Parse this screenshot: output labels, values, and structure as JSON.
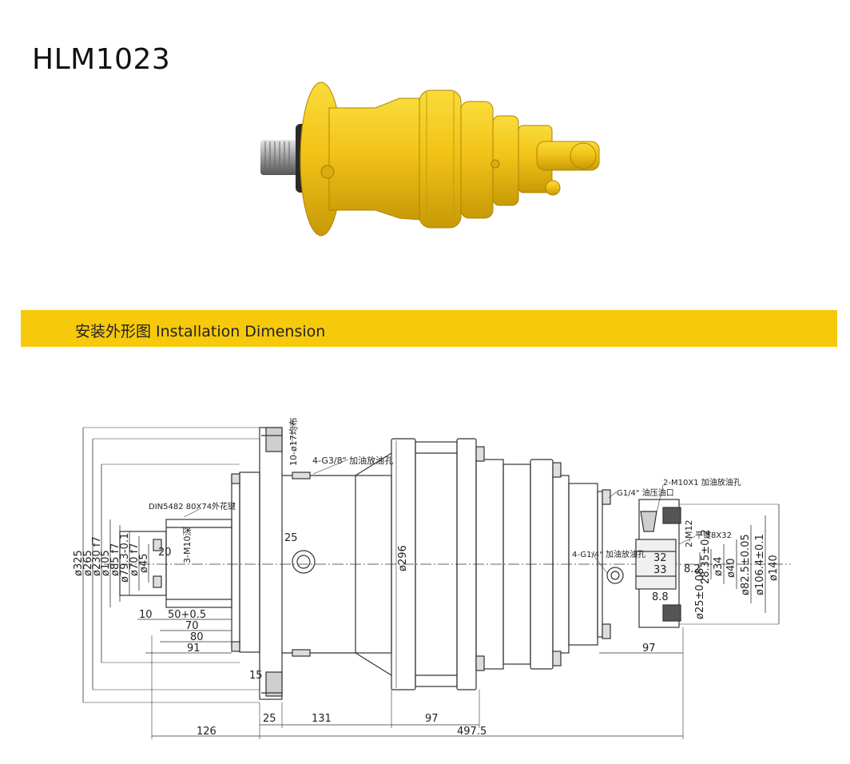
{
  "page": {
    "title": "HLM1023"
  },
  "section": {
    "banner_text": "安装外形图 Installation Dimension"
  },
  "colors": {
    "accent_yellow": "#f7c90b",
    "product_yellow": "#f2c318",
    "line": "#333333"
  },
  "drawing": {
    "notes": {
      "mount_holes": "10-ø17均布",
      "port_left": "4-G3/8\" 加油放油孔",
      "spline": "DIN5482 80X74外花键",
      "thread_left": "3-M10深",
      "port_top_right": "G1/4\" 油压油口",
      "port_m10": "2-M10X1 加油放油孔",
      "port_right": "4-G1/4\" 加油放油孔",
      "thread_right": "2-M12",
      "key": "平键8X32"
    },
    "left_diameters": [
      "ø325",
      "ø265",
      "ø230 f7",
      "ø105",
      "ø85 f7",
      "ø79.3-0.1",
      "ø70 f7",
      "ø45"
    ],
    "right_diameters": [
      "ø140",
      "ø106.4±0.1",
      "ø82.5±0.05",
      "ø40",
      "ø34",
      "28.35±0.2",
      "ø25±0.08"
    ],
    "dims": {
      "d25_top": "25",
      "d20": "20",
      "d296": "ø296",
      "d32": "32",
      "d33": "33",
      "d8_2": "8.2",
      "d8_8": "8.8",
      "d10": "10",
      "d50": "50+0.5",
      "d70": "70",
      "d80": "80",
      "d91": "91",
      "d15": "15",
      "d97_right": "97",
      "d126": "126",
      "d25_bottom": "25",
      "d131": "131",
      "d97_bottom": "97",
      "d497_5": "497.5"
    }
  }
}
